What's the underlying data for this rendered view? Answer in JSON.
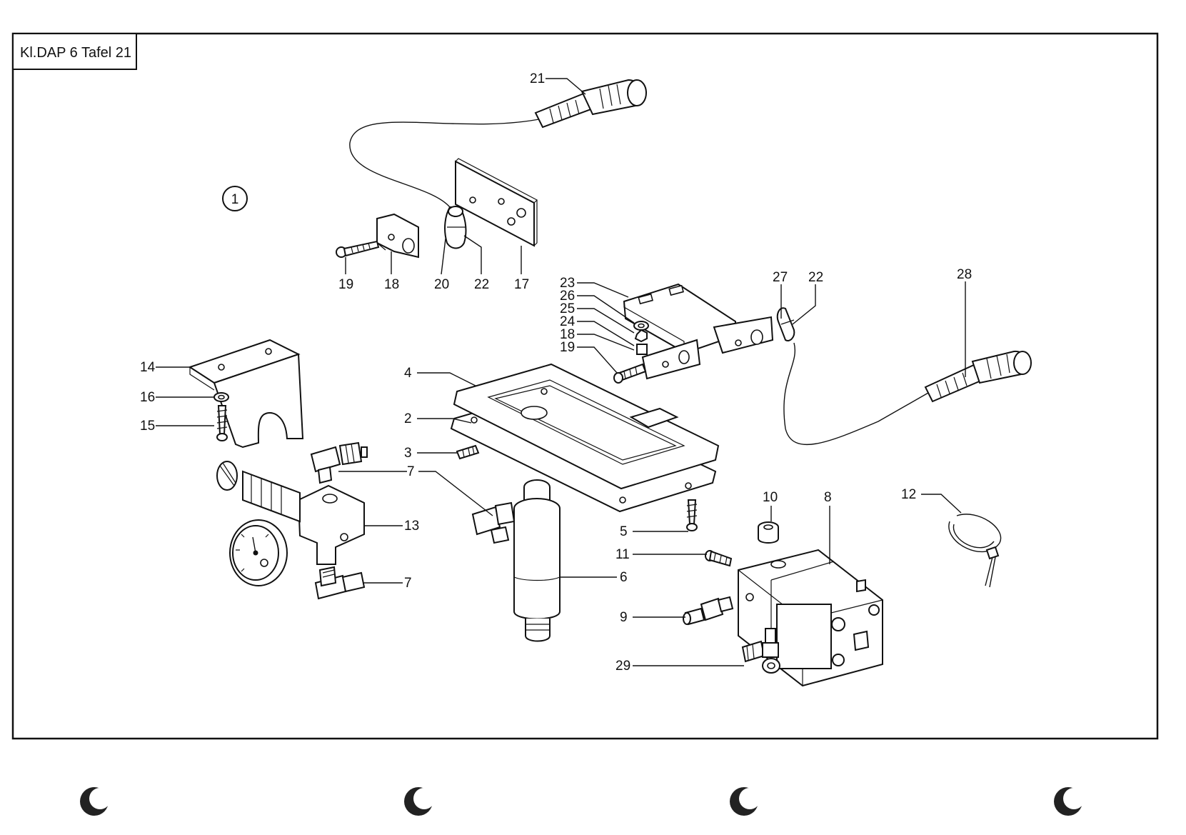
{
  "title": "Kl.DAP 6  Tafel 21",
  "group_number": "1",
  "labels": {
    "l21": "21",
    "l19a": "19",
    "l18a": "18",
    "l20": "20",
    "l22a": "22",
    "l17": "17",
    "l23": "23",
    "l26": "26",
    "l25": "25",
    "l24": "24",
    "l18b": "18",
    "l19b": "19",
    "l27": "27",
    "l22b": "22",
    "l28": "28",
    "l14": "14",
    "l16": "16",
    "l15": "15",
    "l4": "4",
    "l2": "2",
    "l3": "3",
    "l7a": "7",
    "l7b": "7",
    "l13": "13",
    "l5": "5",
    "l6": "6",
    "l10": "10",
    "l8": "8",
    "l11": "11",
    "l9": "9",
    "l29": "29",
    "l12": "12"
  }
}
